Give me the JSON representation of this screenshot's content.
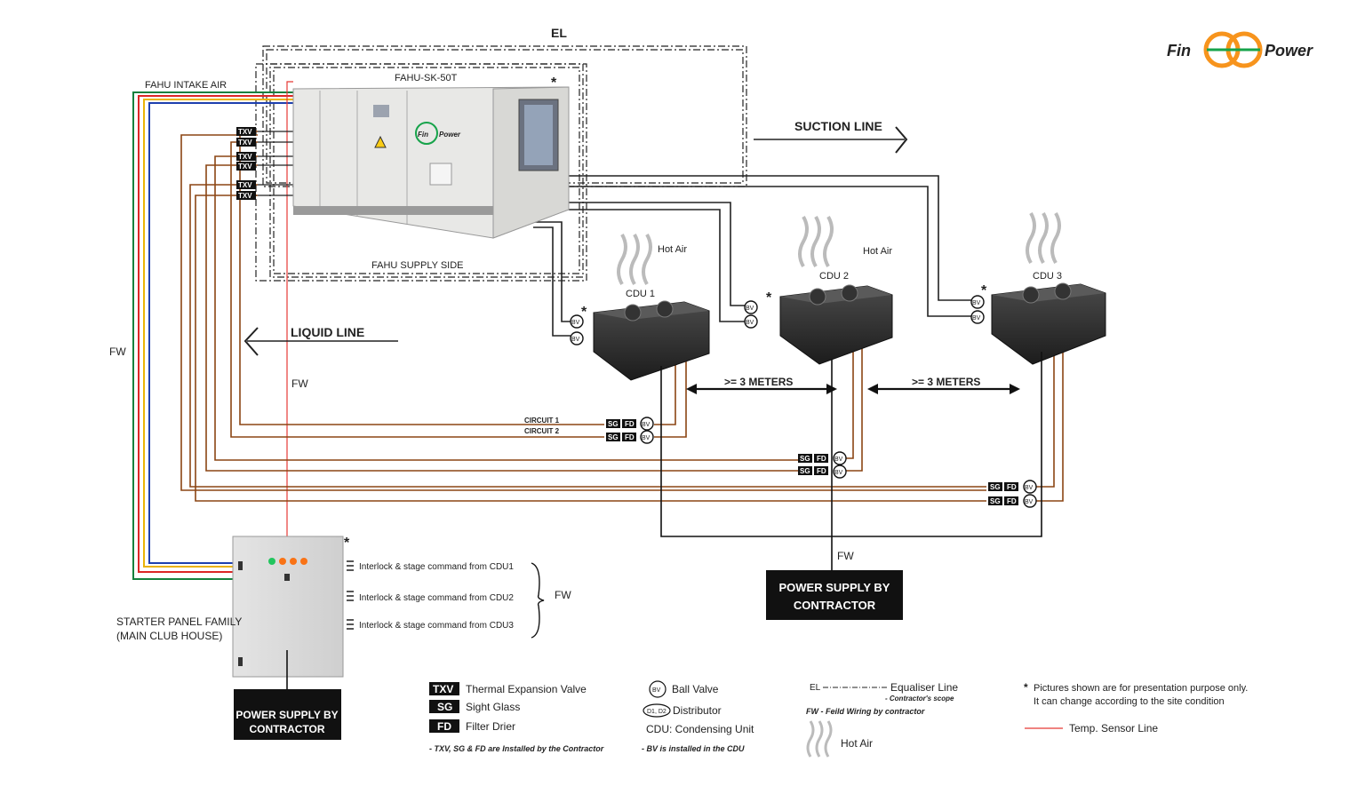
{
  "brand": {
    "left": "Fin",
    "right": "Power",
    "accent": "#f7941d",
    "green": "#16a34a"
  },
  "labels": {
    "el": "EL",
    "fahu_intake": "FAHU INTAKE AIR",
    "fahu_name": "FAHU-SK-50T",
    "fahu_supply": "FAHU SUPPLY SIDE",
    "suction_line": "SUCTION LINE",
    "liquid_line": "LIQUID LINE",
    "fw": "FW",
    "hot_air": "Hot Air",
    "cdu1": "CDU 1",
    "cdu2": "CDU 2",
    "cdu3": "CDU 3",
    "dist_1": ">= 3 METERS",
    "dist_2": ">= 3 METERS",
    "circuit1": "CIRCUIT 1",
    "circuit2": "CIRCUIT 2",
    "txv": "TXV",
    "sg": "SG",
    "fd": "FD",
    "bv": "BV",
    "asterisk": "*",
    "starter_panel_1": "STARTER PANEL FAMILY",
    "starter_panel_2": "(MAIN CLUB HOUSE)",
    "interlock_1": "Interlock & stage command from CDU1",
    "interlock_2": "Interlock & stage command from CDU2",
    "interlock_3": "Interlock & stage command from CDU3",
    "power_supply_1": "POWER SUPPLY BY",
    "power_supply_2": "CONTRACTOR"
  },
  "legend": {
    "txv_label": "TXV",
    "txv_text": "Thermal Expansion Valve",
    "sg_label": "SG",
    "sg_text": "Sight Glass",
    "fd_label": "FD",
    "fd_text": "Filter Drier",
    "note_installed": "- TXV, SG & FD are Installed by the Contractor",
    "bv_label": "BV",
    "bv_text": "Ball Valve",
    "dist_label": "D1, D2",
    "dist_text": "Distributor",
    "cdu_text": "CDU: Condensing Unit",
    "bv_note": "- BV is installed in the CDU",
    "el_label": "EL",
    "el_text": "Equaliser Line",
    "el_scope": "- Contractor's scope",
    "fw_text": "FW - Feild Wiring by contractor",
    "hot_air_text": "Hot Air",
    "pictures_note_1": "Pictures shown are for presentation purpose only.",
    "pictures_note_2": "It can change according to the site condition",
    "temp_sensor": "Temp. Sensor Line"
  },
  "colors": {
    "pipe": "#8b4513",
    "sensor": "#e53935",
    "wire_blue": "#1e40af",
    "wire_yellow": "#eab308",
    "wire_red": "#dc2626",
    "wire_green": "#15803d"
  }
}
